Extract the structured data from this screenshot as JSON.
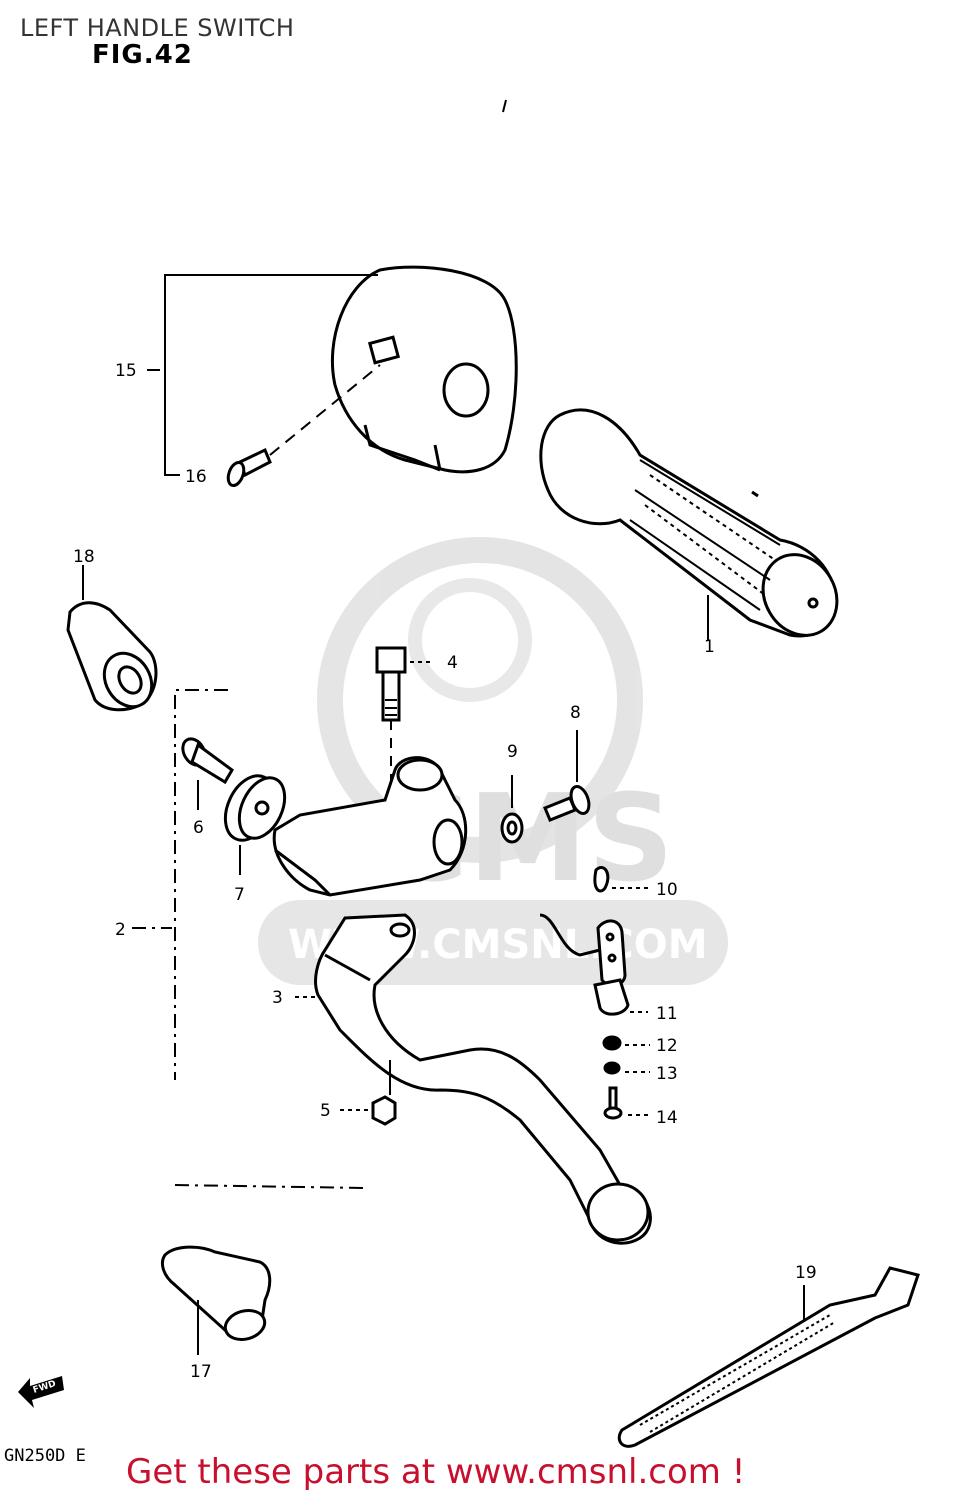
{
  "header": {
    "title": "LEFT HANDLE SWITCH",
    "figure": "FIG.42"
  },
  "watermark": {
    "brand": "CMS",
    "url": "WWW.CMSNL.COM"
  },
  "callouts": [
    "1",
    "2",
    "3",
    "4",
    "5",
    "6",
    "7",
    "8",
    "9",
    "10",
    "11",
    "12",
    "13",
    "14",
    "15",
    "16",
    "17",
    "18",
    "19"
  ],
  "model_code": "GN250D E",
  "fwd_label": "FWD",
  "footer": {
    "cta": "Get these parts at www.cmsnl.com !"
  },
  "colors": {
    "footer_text": "#c8102e",
    "watermark": "#dcdcdc",
    "line": "#000000"
  }
}
